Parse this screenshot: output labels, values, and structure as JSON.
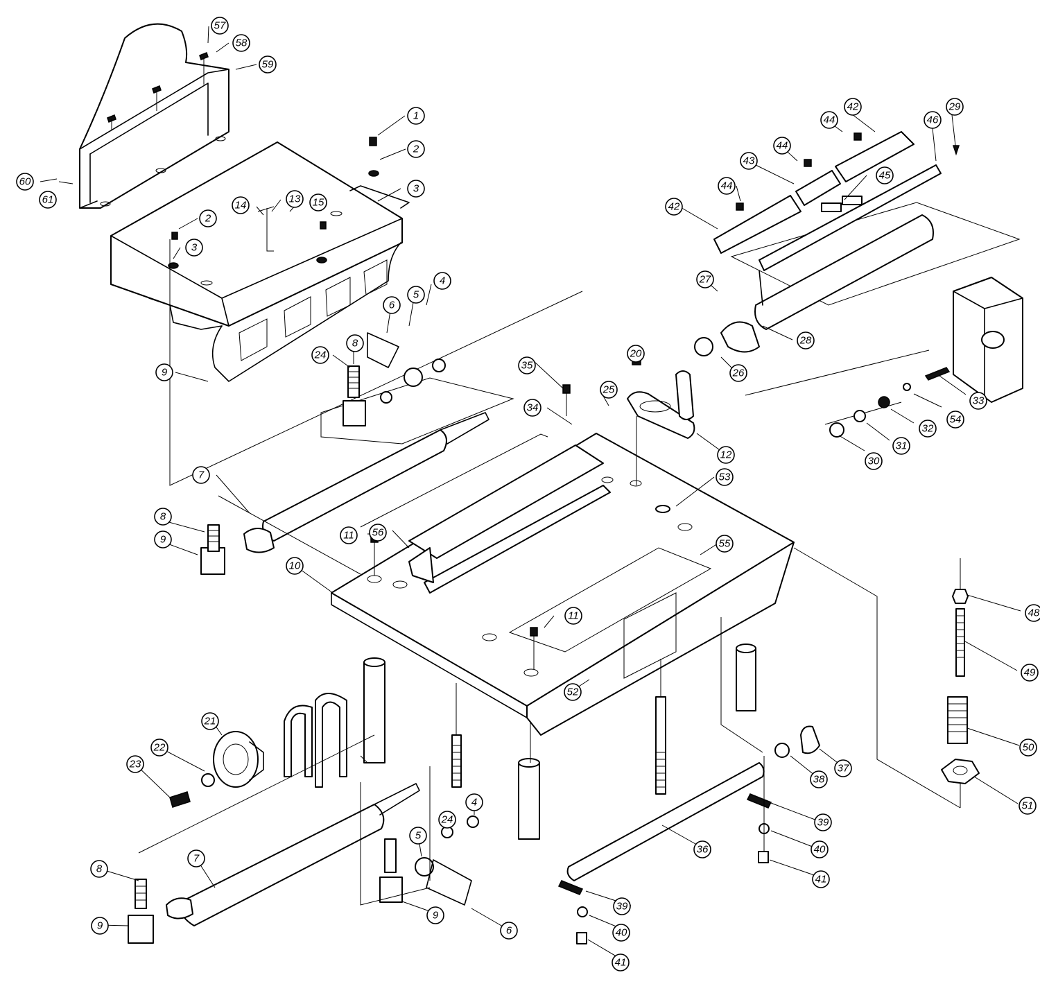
{
  "callouts": [
    {
      "num": "1"
    },
    {
      "num": "2"
    },
    {
      "num": "3"
    },
    {
      "num": "2"
    },
    {
      "num": "3"
    },
    {
      "num": "4"
    },
    {
      "num": "5"
    },
    {
      "num": "6"
    },
    {
      "num": "24"
    },
    {
      "num": "8"
    },
    {
      "num": "9"
    },
    {
      "num": "14"
    },
    {
      "num": "13"
    },
    {
      "num": "15"
    },
    {
      "num": "57"
    },
    {
      "num": "58"
    },
    {
      "num": "59"
    },
    {
      "num": "60"
    },
    {
      "num": "61"
    },
    {
      "num": "42"
    },
    {
      "num": "44"
    },
    {
      "num": "44"
    },
    {
      "num": "43"
    },
    {
      "num": "44"
    },
    {
      "num": "45"
    },
    {
      "num": "42"
    },
    {
      "num": "46"
    },
    {
      "num": "29"
    },
    {
      "num": "27"
    },
    {
      "num": "28"
    },
    {
      "num": "26"
    },
    {
      "num": "33"
    },
    {
      "num": "54"
    },
    {
      "num": "32"
    },
    {
      "num": "31"
    },
    {
      "num": "30"
    },
    {
      "num": "35"
    },
    {
      "num": "34"
    },
    {
      "num": "25"
    },
    {
      "num": "20"
    },
    {
      "num": "12"
    },
    {
      "num": "53"
    },
    {
      "num": "7"
    },
    {
      "num": "8"
    },
    {
      "num": "9"
    },
    {
      "num": "11"
    },
    {
      "num": "56"
    },
    {
      "num": "10"
    },
    {
      "num": "55"
    },
    {
      "num": "11"
    },
    {
      "num": "52"
    },
    {
      "num": "48"
    },
    {
      "num": "49"
    },
    {
      "num": "50"
    },
    {
      "num": "51"
    },
    {
      "num": "21"
    },
    {
      "num": "22"
    },
    {
      "num": "23"
    },
    {
      "num": "7"
    },
    {
      "num": "8"
    },
    {
      "num": "9"
    },
    {
      "num": "5"
    },
    {
      "num": "24"
    },
    {
      "num": "4"
    },
    {
      "num": "9"
    },
    {
      "num": "6"
    },
    {
      "num": "37"
    },
    {
      "num": "38"
    },
    {
      "num": "39"
    },
    {
      "num": "40"
    },
    {
      "num": "41"
    },
    {
      "num": "36"
    },
    {
      "num": "39"
    },
    {
      "num": "40"
    },
    {
      "num": "41"
    }
  ]
}
